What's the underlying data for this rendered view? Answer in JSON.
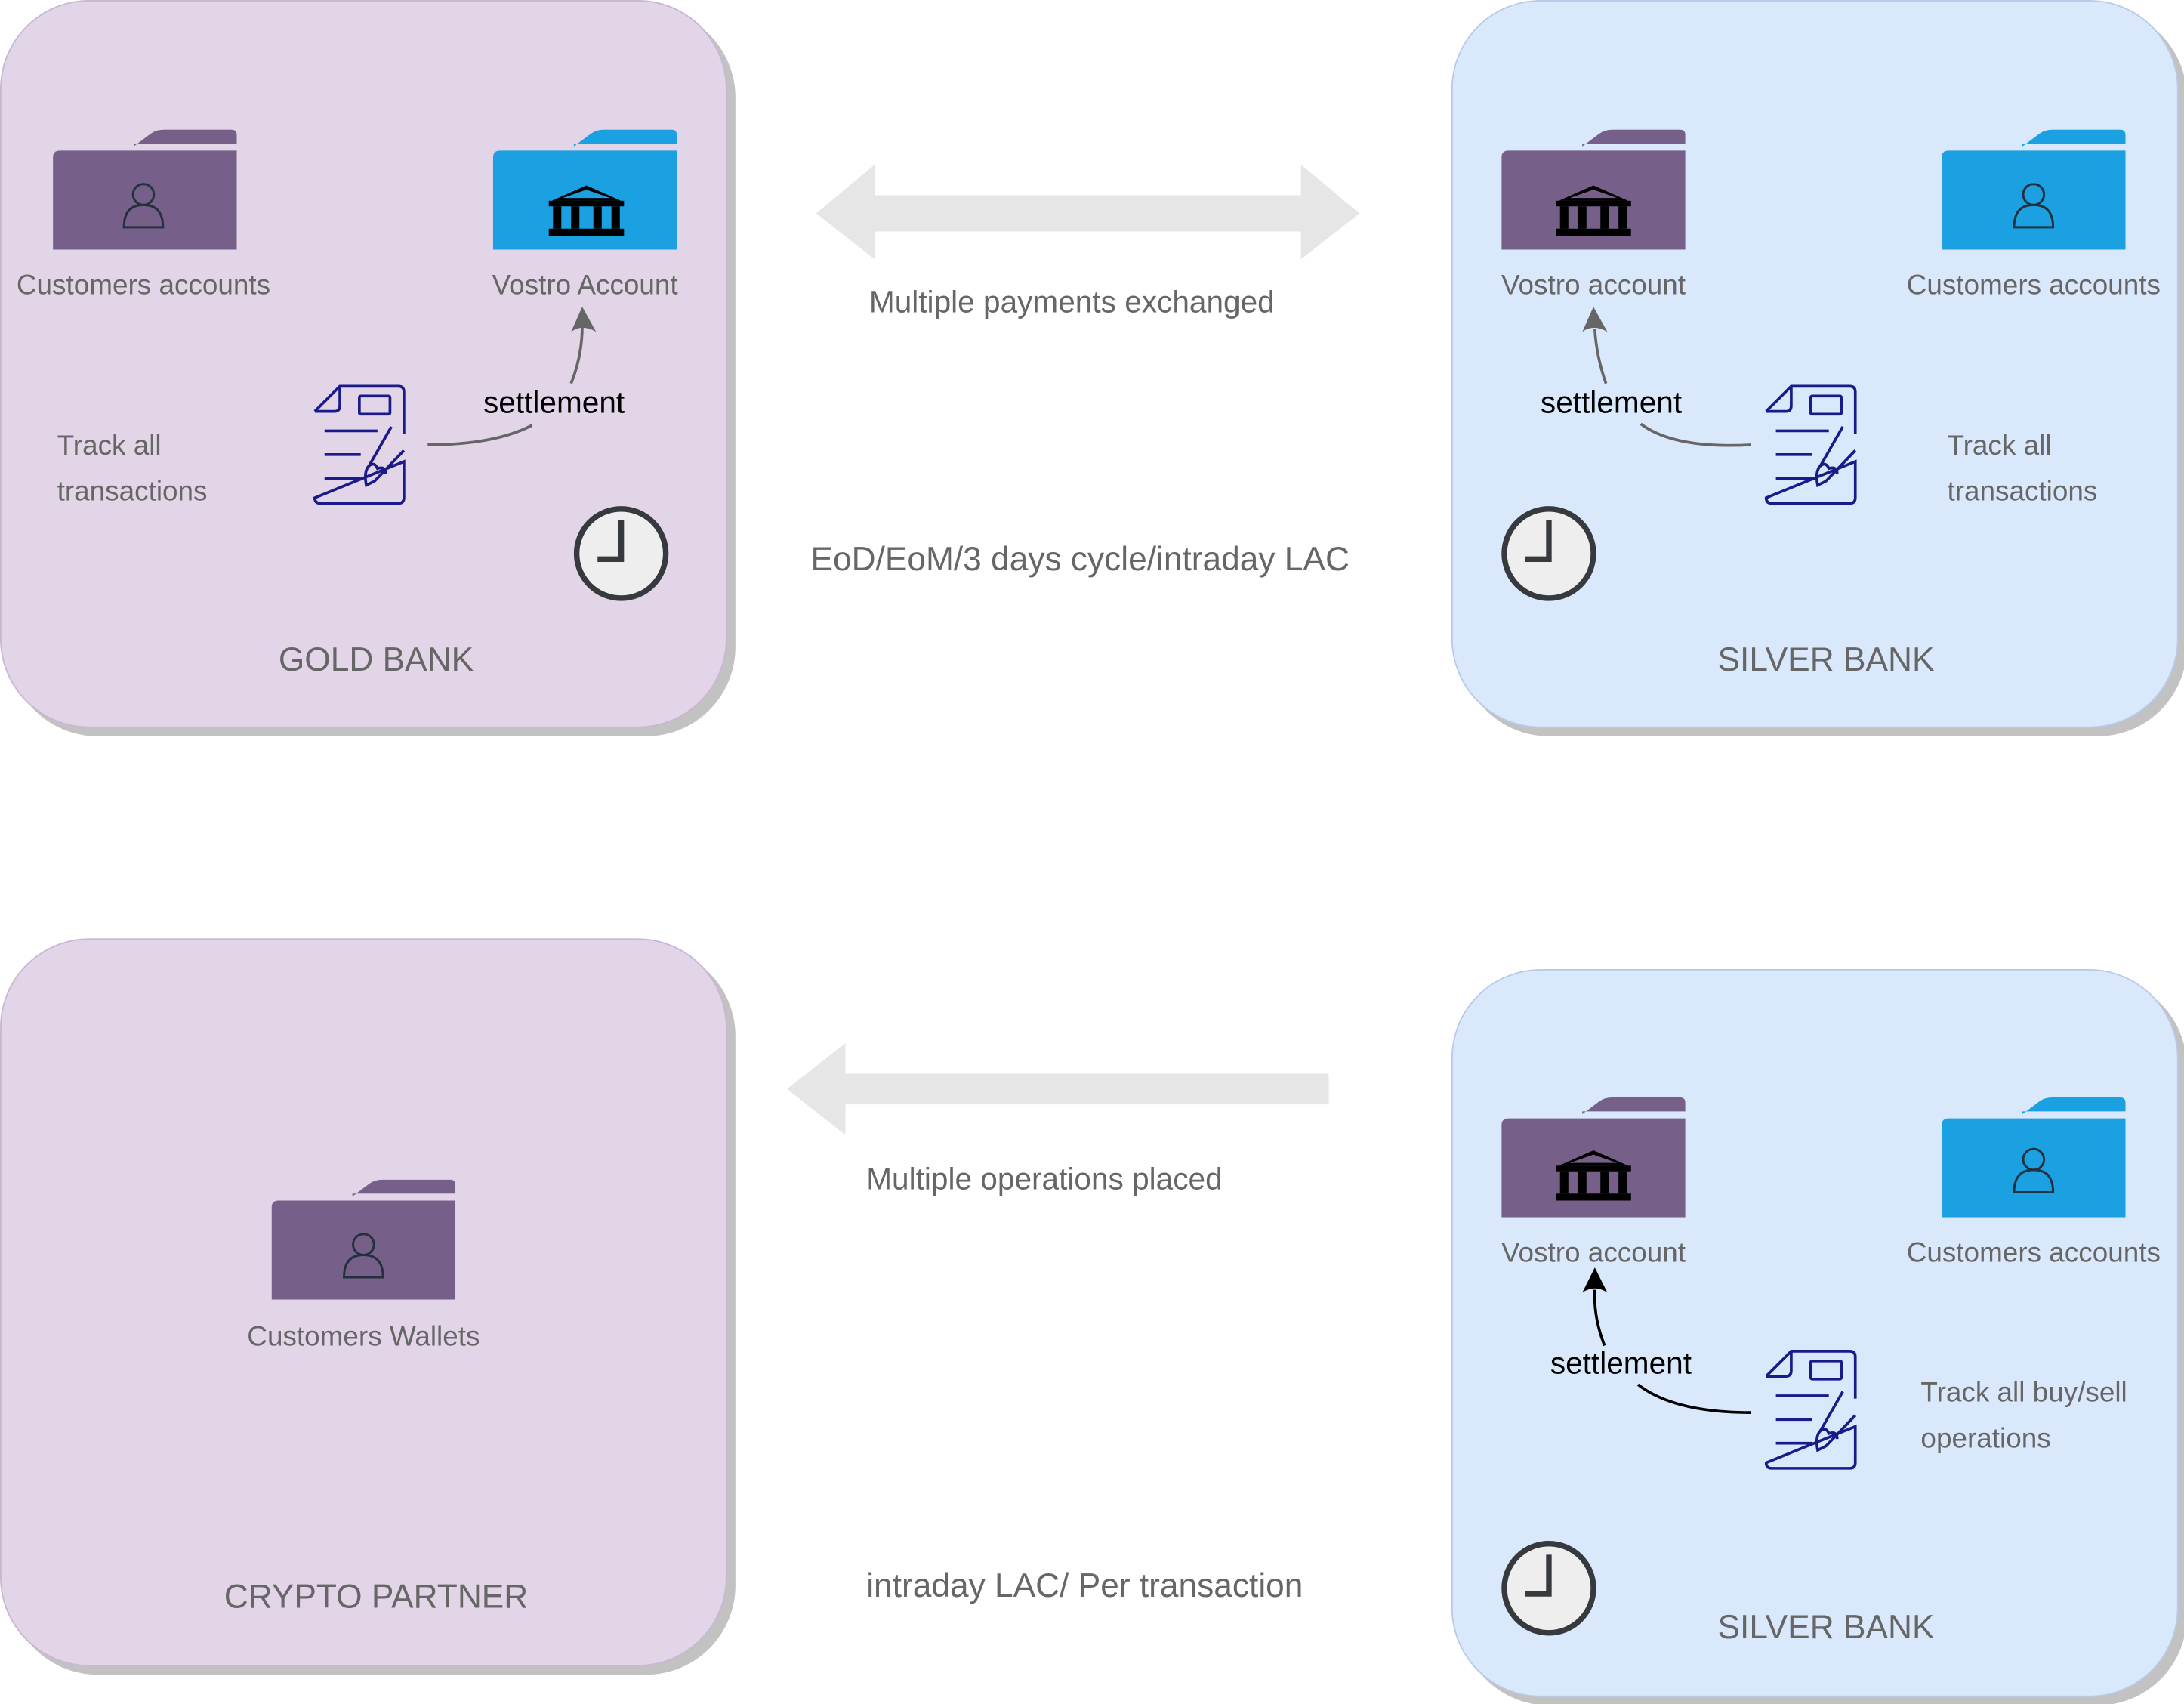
{
  "colors": {
    "purple_panel": "#e1d5e7",
    "blue_panel": "#dae8fc",
    "folder_purple": "#76608a",
    "folder_blue": "#1ba1e2",
    "arrow_gray": "#e6e6e6",
    "doc_icon": "#1a1a8a",
    "text_gray": "#666666"
  },
  "gold_bank": {
    "title": "GOLD BANK",
    "customers_folder": {
      "label": "Customers accounts",
      "icon": "user-icon"
    },
    "vostro_folder": {
      "label": "Vostro Account",
      "icon": "bank-icon"
    },
    "settlement_label": "settlement",
    "track_label_line1": "Track all",
    "track_label_line2": "transactions",
    "clock_icon": "clock-icon"
  },
  "silver_bank_top": {
    "title": "SILVER BANK",
    "vostro_folder": {
      "label": "Vostro account",
      "icon": "bank-icon"
    },
    "customers_folder": {
      "label": "Customers accounts",
      "icon": "user-icon"
    },
    "settlement_label": "settlement",
    "track_label_line1": "Track all",
    "track_label_line2": "transactions",
    "clock_icon": "clock-icon"
  },
  "crypto_partner": {
    "title": "CRYPTO PARTNER",
    "wallets_folder": {
      "label": "Customers Wallets",
      "icon": "user-icon"
    }
  },
  "silver_bank_bottom": {
    "title": "SILVER BANK",
    "vostro_folder": {
      "label": "Vostro account",
      "icon": "bank-icon"
    },
    "customers_folder": {
      "label": "Customers accounts",
      "icon": "user-icon"
    },
    "settlement_label": "settlement",
    "track_label_line1": "Track all buy/sell",
    "track_label_line2": "operations",
    "clock_icon": "clock-icon"
  },
  "connections": {
    "top": {
      "arrow": "double-arrow",
      "label": "Multiple payments exchanged",
      "cycle_label": "EoD/EoM/3 days cycle/intraday LAC"
    },
    "bottom": {
      "arrow": "left-arrow",
      "label": "Multiple operations placed",
      "cycle_label": "intraday LAC/ Per transaction"
    }
  }
}
